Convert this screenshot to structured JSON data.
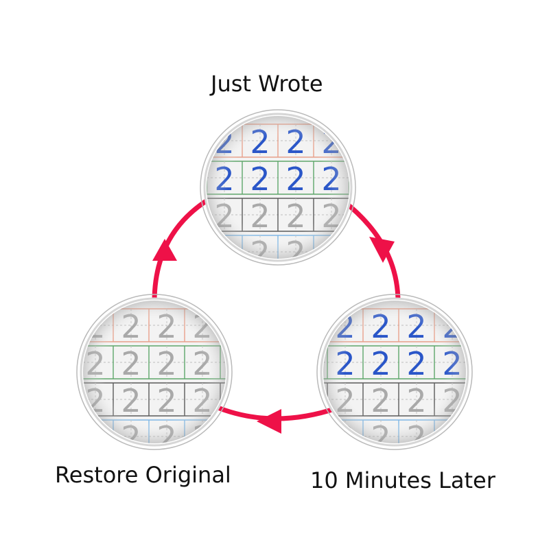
{
  "labels": {
    "just_wrote": "Just Wrote",
    "ten_minutes_later": "10 Minutes Later",
    "restore_original": "Restore Original"
  },
  "stages": [
    {
      "label": "Just Wrote",
      "rows": [
        {
          "digit": "2",
          "ink": "blue",
          "guide": "orange"
        },
        {
          "digit": "2",
          "ink": "blue",
          "guide": "green"
        },
        {
          "digit": "2",
          "ink": "gray",
          "guide": "dark"
        },
        {
          "digit": "2",
          "ink": "gray",
          "guide": "lightblue"
        }
      ]
    },
    {
      "label": "10 Minutes Later",
      "rows": [
        {
          "digit": "2",
          "ink": "blue",
          "guide": "orange"
        },
        {
          "digit": "2",
          "ink": "blue",
          "guide": "green"
        },
        {
          "digit": "2",
          "ink": "gray",
          "guide": "dark"
        },
        {
          "digit": "2",
          "ink": "gray",
          "guide": "lightblue"
        }
      ]
    },
    {
      "label": "Restore Original",
      "rows": [
        {
          "digit": "2",
          "ink": "gray",
          "guide": "orange"
        },
        {
          "digit": "2",
          "ink": "gray",
          "guide": "green"
        },
        {
          "digit": "2",
          "ink": "gray",
          "guide": "dark"
        },
        {
          "digit": "2",
          "ink": "gray",
          "guide": "lightblue"
        }
      ]
    }
  ],
  "colors": {
    "cycle": "#ee1148",
    "blue_ink": "#2a56c8",
    "gray_ink": "#a9a9a9",
    "orange_guide": "#e8a08a",
    "green_guide": "#5ea66a",
    "dark_guide": "#5a5a5a",
    "lightblue_guide": "#7fb8e6",
    "paper": "#f3f3f3",
    "ring": "#b9b9b9"
  }
}
